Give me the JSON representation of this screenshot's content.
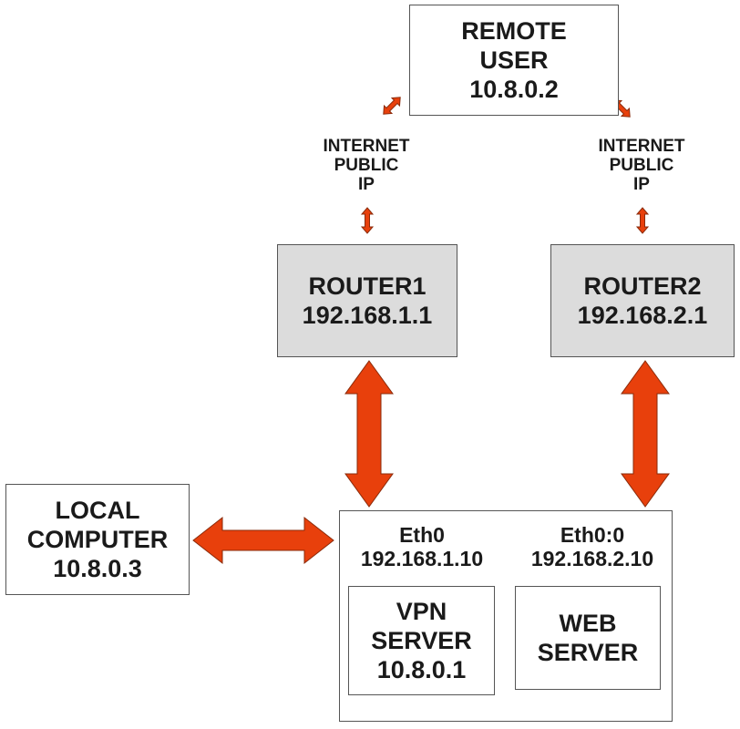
{
  "remote_user": {
    "lines": [
      "REMOTE",
      "USER",
      "10.8.0.2"
    ]
  },
  "internet_left": {
    "lines": [
      "INTERNET",
      "PUBLIC",
      "IP"
    ]
  },
  "internet_right": {
    "lines": [
      "INTERNET",
      "PUBLIC",
      "IP"
    ]
  },
  "router1": {
    "lines": [
      "ROUTER1",
      "192.168.1.1"
    ]
  },
  "router2": {
    "lines": [
      "ROUTER2",
      "192.168.2.1"
    ]
  },
  "local_computer": {
    "lines": [
      "LOCAL",
      "COMPUTER",
      "10.8.0.3"
    ]
  },
  "server_host": {
    "eth0": {
      "name": "Eth0",
      "ip": "192.168.1.10"
    },
    "eth0_0": {
      "name": "Eth0:0",
      "ip": "192.168.2.10"
    }
  },
  "vpn_server": {
    "lines": [
      "VPN",
      "SERVER",
      "10.8.0.1"
    ]
  },
  "web_server": {
    "lines": [
      "WEB",
      "SERVER"
    ]
  },
  "colors": {
    "arrow_fill": "#e8400c",
    "arrow_stroke": "#8a2a0a",
    "router_fill": "#dcdcdc"
  }
}
